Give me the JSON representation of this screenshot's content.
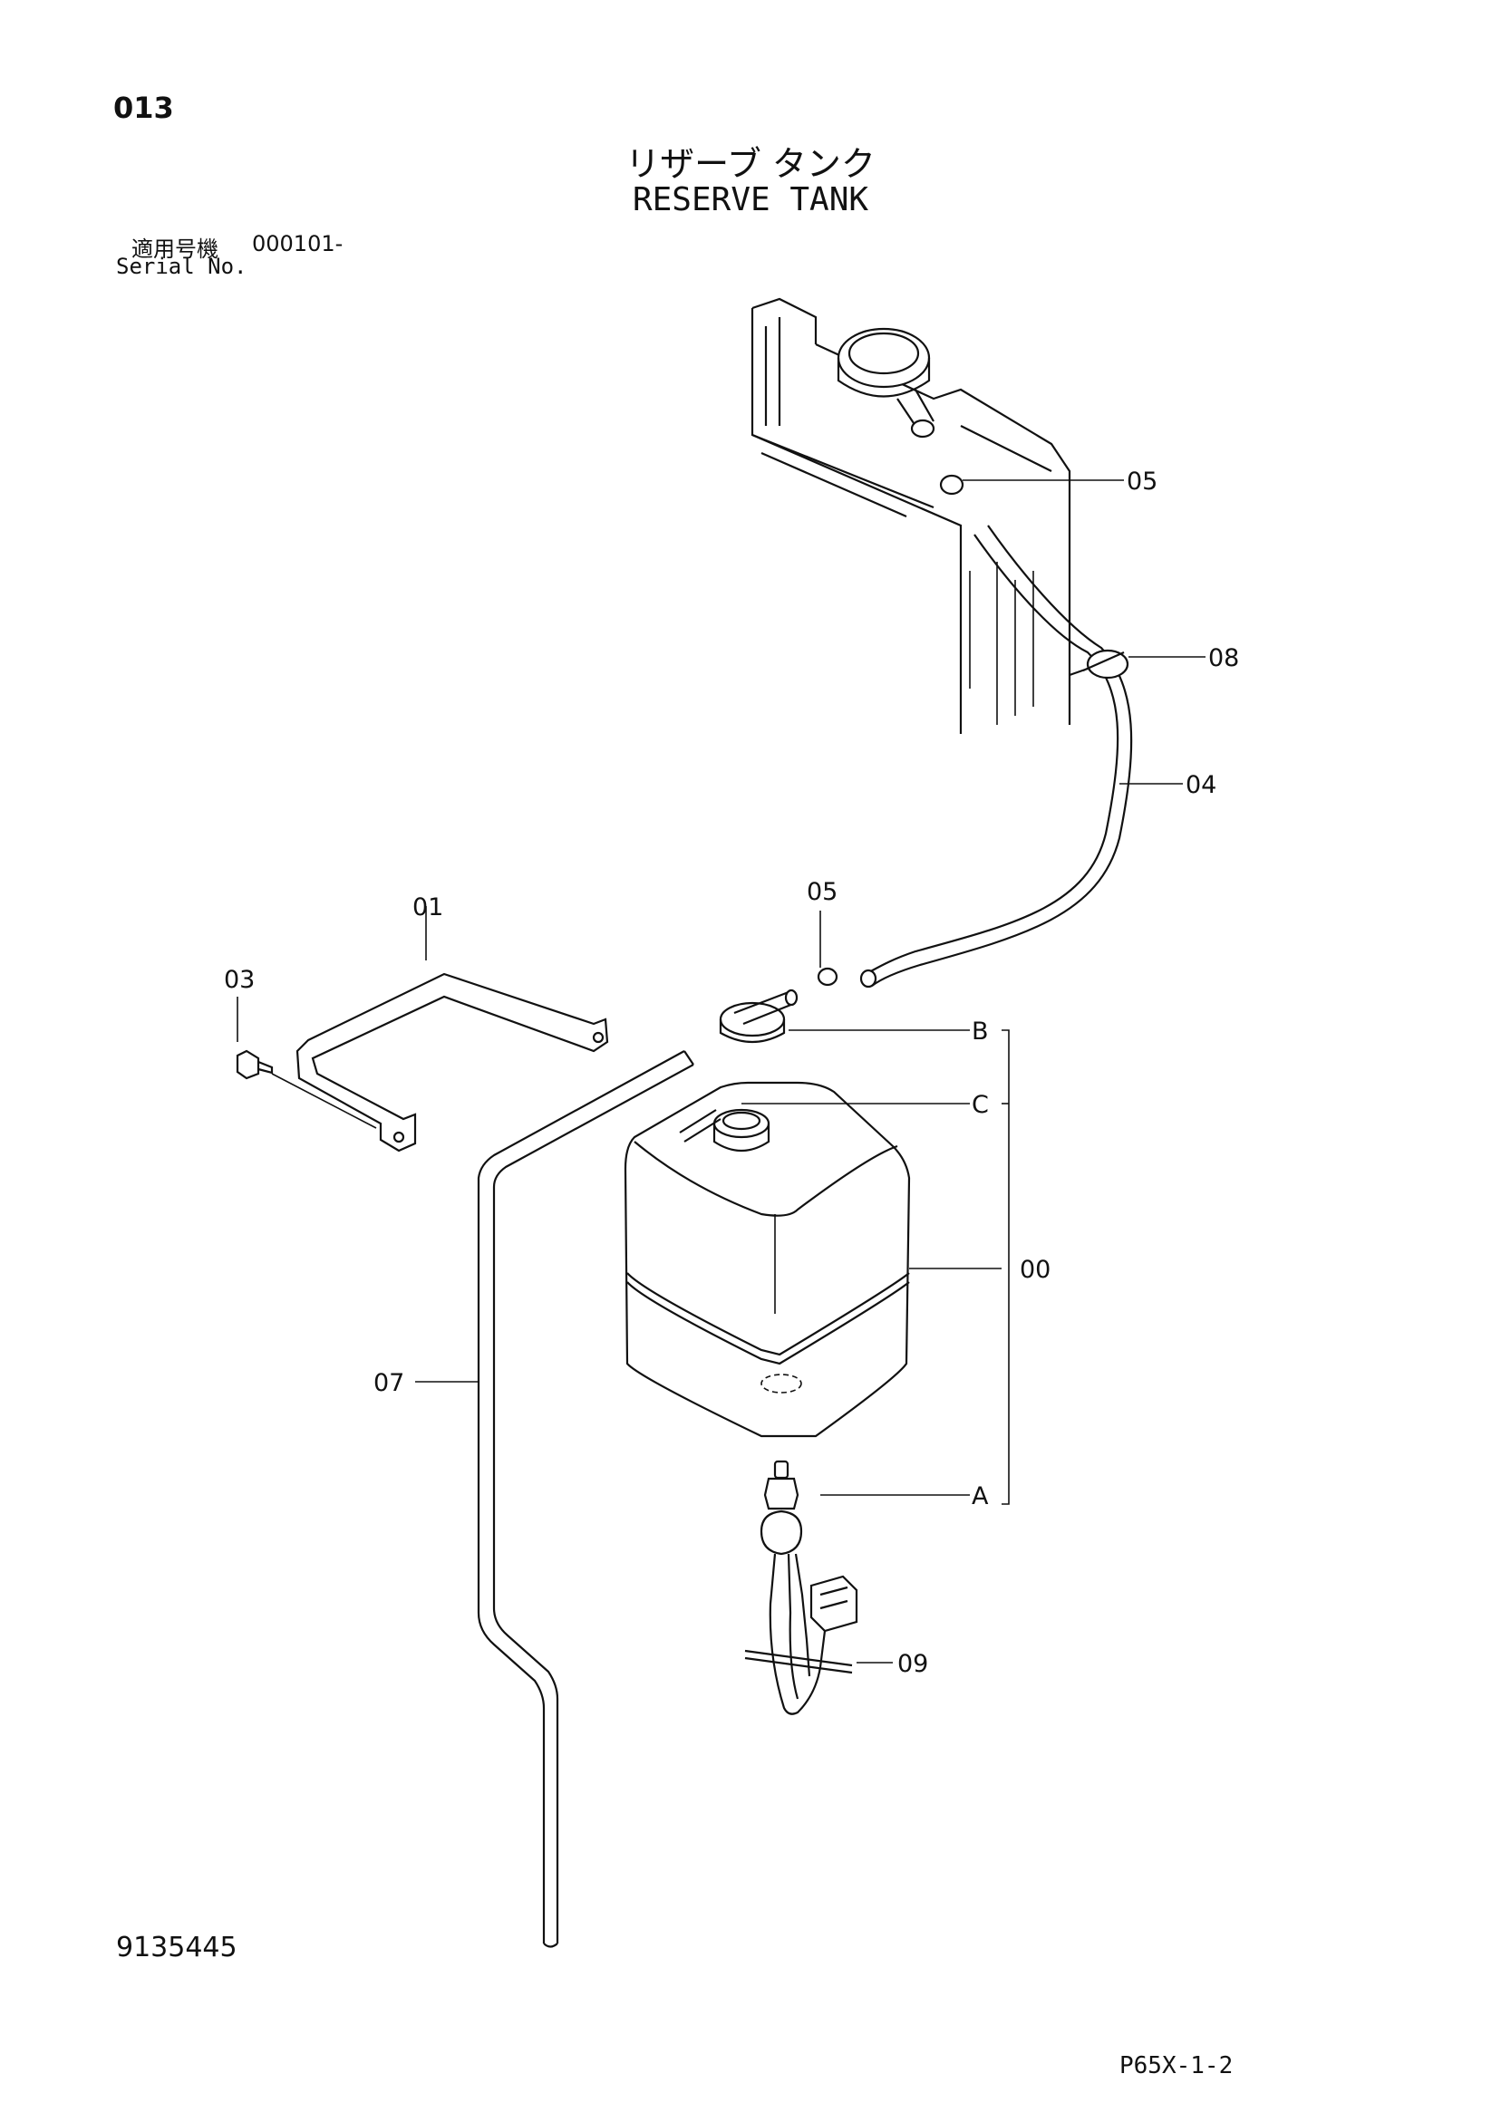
{
  "header": {
    "page_number": "013",
    "title_jp": "リザーブ タンク",
    "title_en": "RESERVE TANK",
    "serial_label_jp": "適用号機",
    "serial_range": "000101-",
    "serial_label_en": "Serial No."
  },
  "callouts": {
    "c05_top": "05",
    "c08": "08",
    "c04": "04",
    "c05_mid": "05",
    "c01": "01",
    "c03": "03",
    "cB": "B",
    "cC": "C",
    "c00": "00",
    "c07": "07",
    "cA": "A",
    "c09": "09"
  },
  "footer": {
    "doc_number": "9135445",
    "page_ref": "P65X-1-2"
  }
}
